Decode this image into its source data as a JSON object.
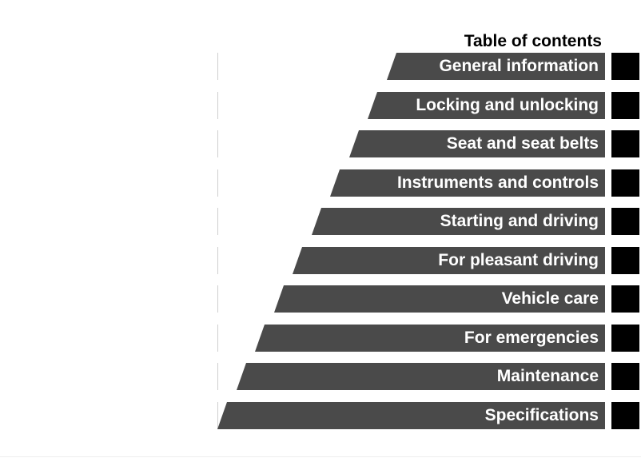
{
  "toc": {
    "title": "Table of contents",
    "items": [
      {
        "label": "General information"
      },
      {
        "label": "Locking and unlocking"
      },
      {
        "label": "Seat and seat belts"
      },
      {
        "label": "Instruments and controls"
      },
      {
        "label": "Starting and driving"
      },
      {
        "label": "For pleasant driving"
      },
      {
        "label": "Vehicle care"
      },
      {
        "label": "For emergencies"
      },
      {
        "label": "Maintenance"
      },
      {
        "label": "Specifications"
      }
    ]
  },
  "colors": {
    "bar": "#4a4a4a",
    "marker": "#000000",
    "label": "#ffffff",
    "title": "#000000"
  }
}
